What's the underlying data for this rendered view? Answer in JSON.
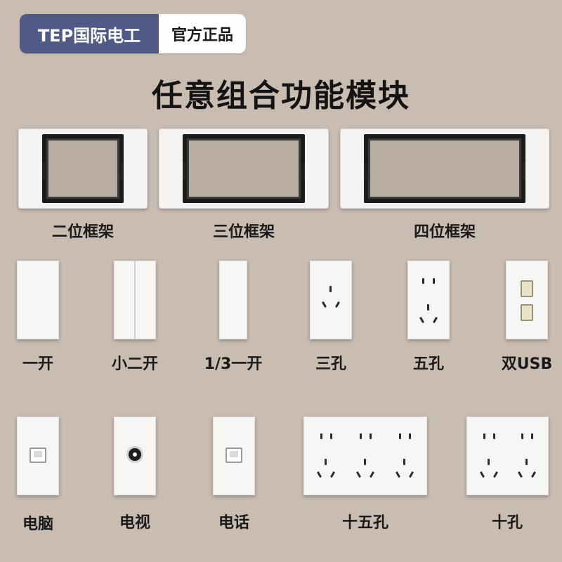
{
  "badge": {
    "brand": "TEP国际电工",
    "authentic": "官方正品"
  },
  "headline": "任意组合功能模块",
  "frames": [
    {
      "label": "二位框架"
    },
    {
      "label": "三位框架"
    },
    {
      "label": "四位框架"
    }
  ],
  "modules_row1": [
    {
      "label": "一开"
    },
    {
      "label": "小二开"
    },
    {
      "label": "1/3一开"
    },
    {
      "label": "三孔"
    },
    {
      "label": "五孔"
    },
    {
      "label": "双USB"
    }
  ],
  "modules_row2": [
    {
      "label": "电脑"
    },
    {
      "label": "电视"
    },
    {
      "label": "电话"
    },
    {
      "label": "十五孔"
    },
    {
      "label": "十孔"
    }
  ],
  "colors": {
    "background": "#c9bcb0",
    "brand_blue": "#4f5a86",
    "panel_white": "#f6f6f5"
  }
}
